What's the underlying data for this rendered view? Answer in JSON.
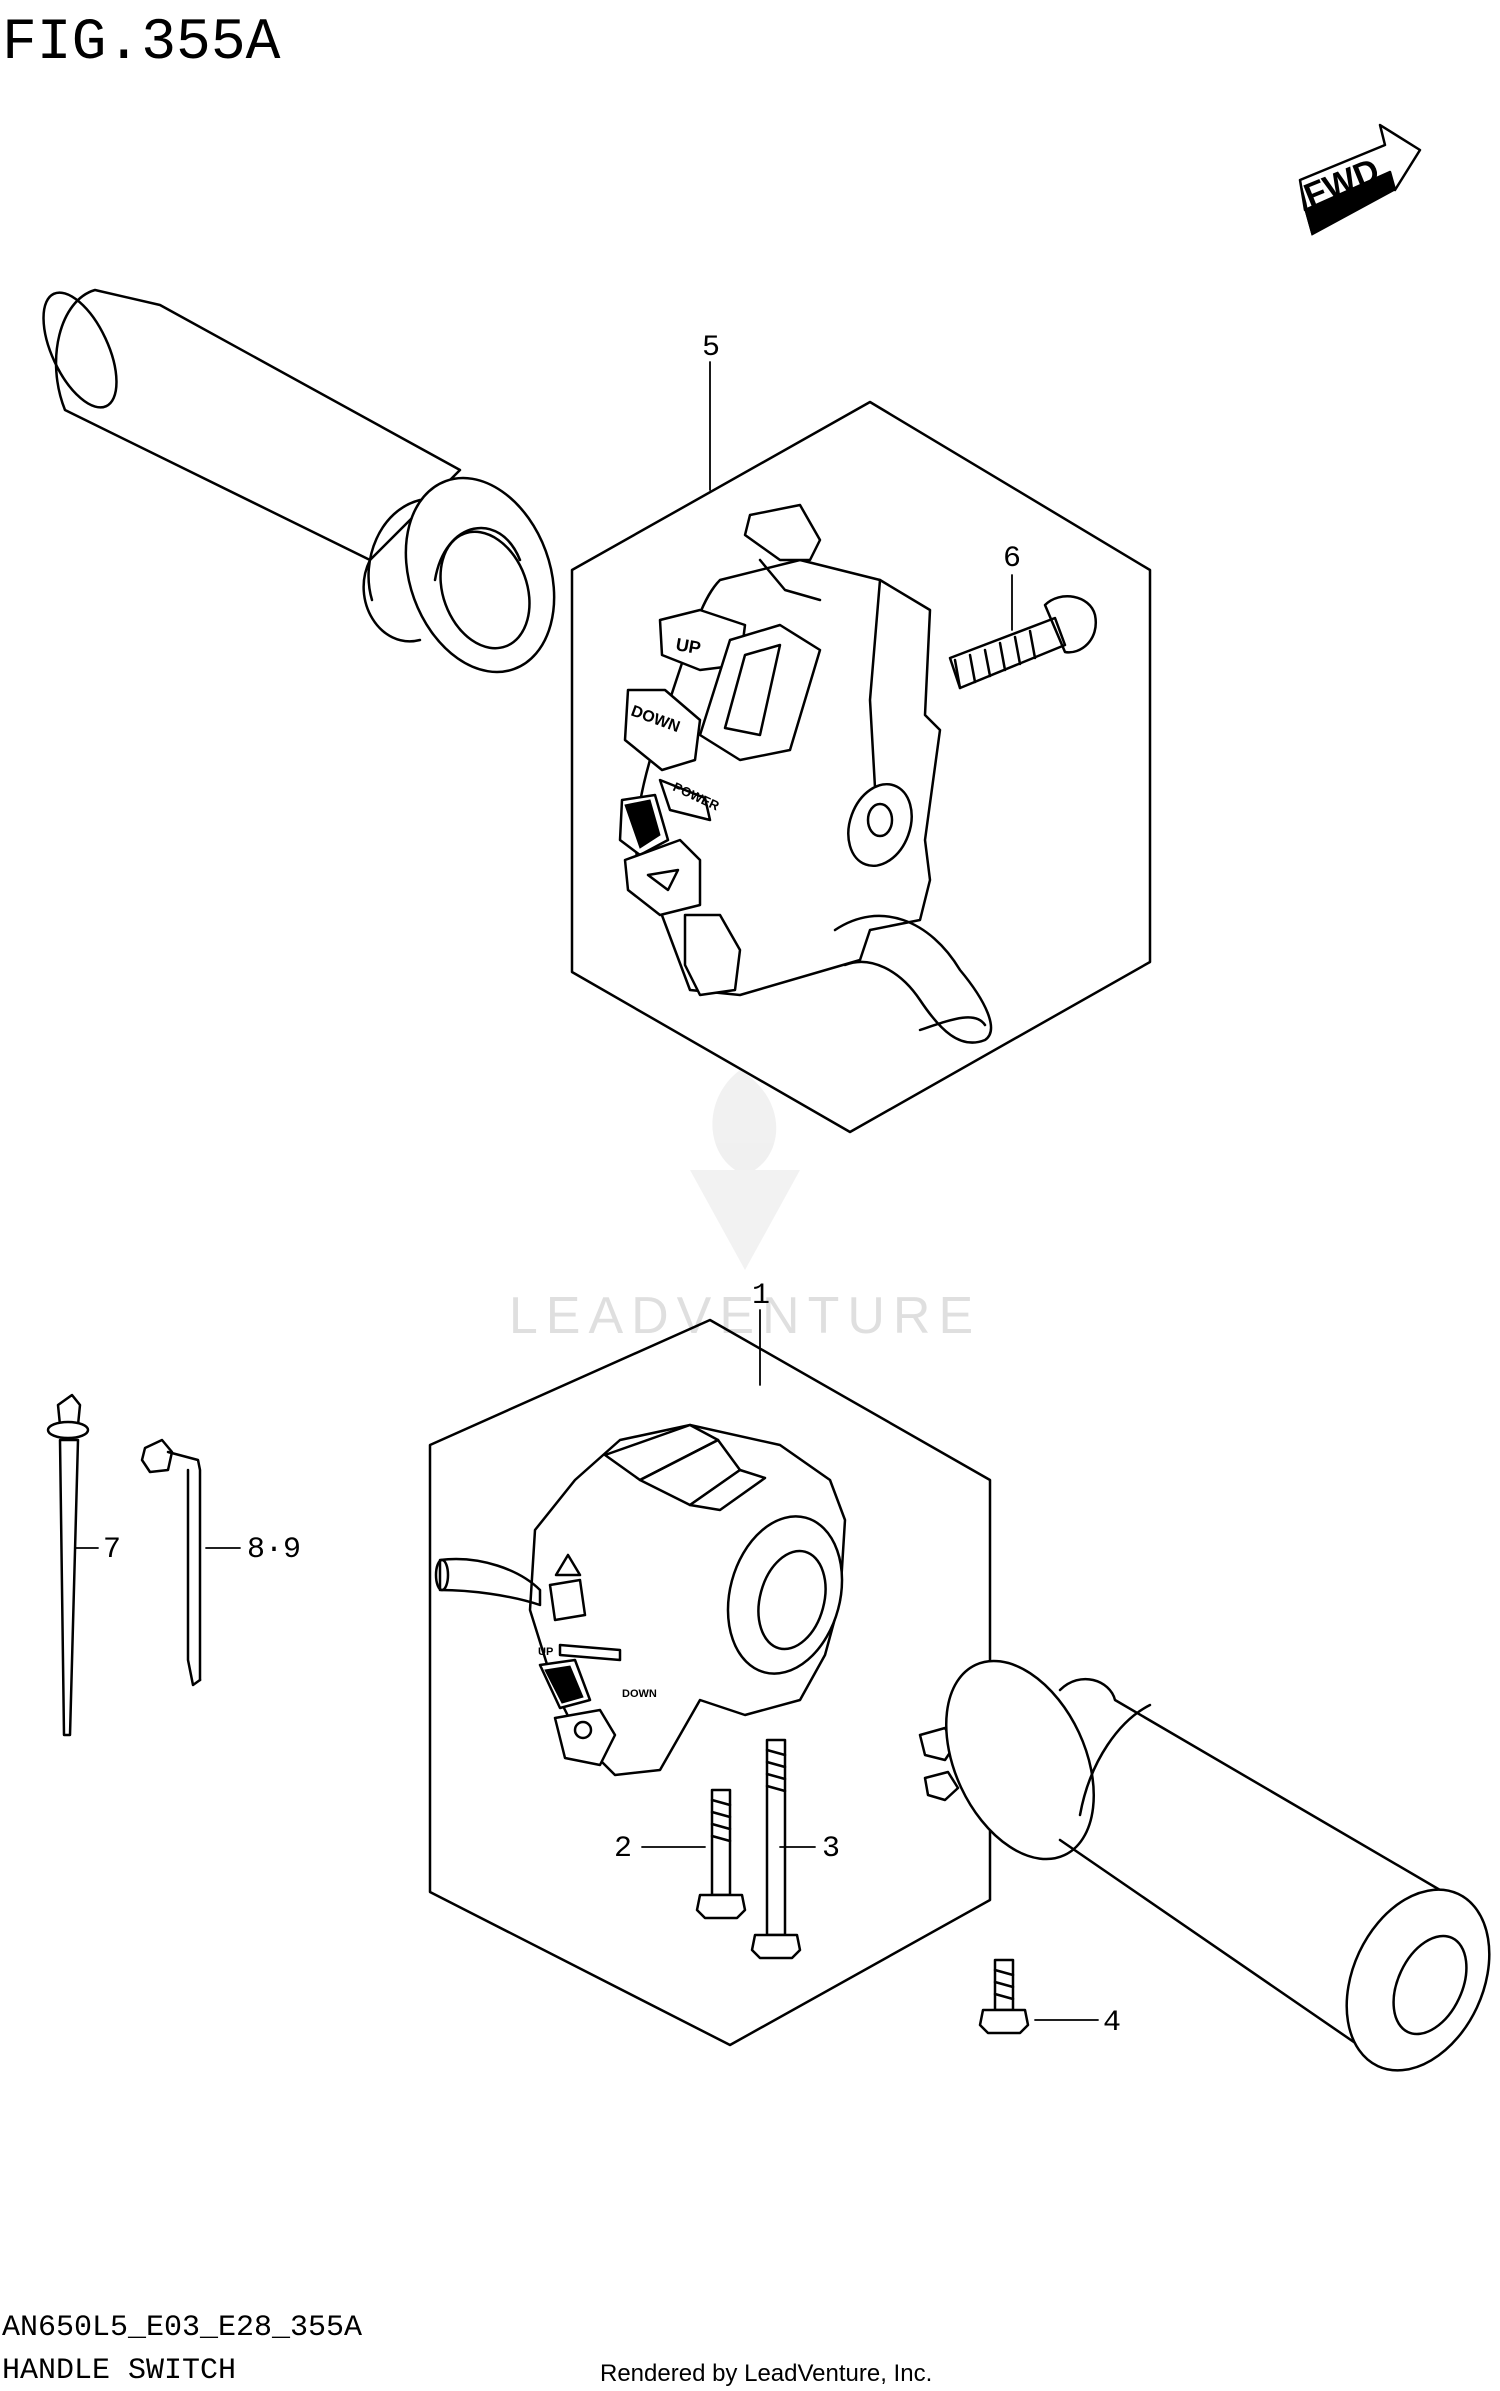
{
  "figure": {
    "id": "FIG.355A",
    "drawing_code": "AN650L5_E03_E28_355A",
    "title": "HANDLE SWITCH",
    "footer": "Rendered by LeadVenture, Inc.",
    "watermark": "LEADVENTURE",
    "direction_tag": "FWD"
  },
  "callouts": [
    {
      "ref": "1"
    },
    {
      "ref": "2"
    },
    {
      "ref": "3"
    },
    {
      "ref": "4"
    },
    {
      "ref": "5"
    },
    {
      "ref": "6"
    },
    {
      "ref": "7"
    },
    {
      "ref": "8·9"
    }
  ],
  "switch_labels": {
    "up": "UP",
    "down": "DOWN",
    "power": "POWER",
    "up_small": "UP",
    "down_small": "DOWN"
  }
}
